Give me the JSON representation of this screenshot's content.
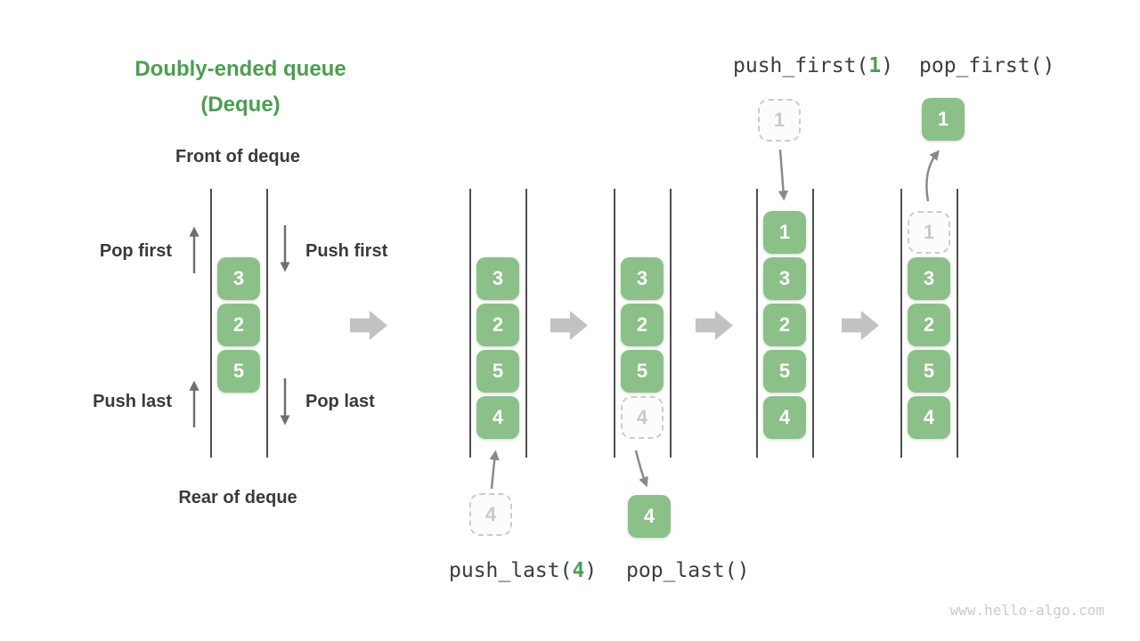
{
  "title": {
    "line1": "Doubly-ended queue",
    "line2": "(Deque)"
  },
  "side_labels": {
    "front": "Front of deque",
    "rear": "Rear of deque",
    "pop_first": "Pop first",
    "push_first": "Push first",
    "push_last": "Push last",
    "pop_last": "Pop last"
  },
  "code_labels": {
    "push_first": {
      "prefix": "push_first(",
      "arg": "1",
      "suffix": ")"
    },
    "pop_first": {
      "prefix": "pop_first()",
      "arg": "",
      "suffix": ""
    },
    "push_last": {
      "prefix": "push_last(",
      "arg": "4",
      "suffix": ")"
    },
    "pop_last": {
      "prefix": "pop_last()",
      "arg": "",
      "suffix": ""
    }
  },
  "queues": [
    {
      "name": "deque-initial",
      "items": [
        {
          "value": "3",
          "row": 1
        },
        {
          "value": "2",
          "row": 2
        },
        {
          "value": "5",
          "row": 3
        }
      ]
    },
    {
      "name": "deque-after-push-last",
      "items": [
        {
          "value": "3",
          "row": 1
        },
        {
          "value": "2",
          "row": 2
        },
        {
          "value": "5",
          "row": 3
        },
        {
          "value": "4",
          "row": 4
        }
      ]
    },
    {
      "name": "deque-during-pop-last",
      "items": [
        {
          "value": "3",
          "row": 1
        },
        {
          "value": "2",
          "row": 2
        },
        {
          "value": "5",
          "row": 3
        },
        {
          "value": "4",
          "row": 4,
          "ghost": true
        }
      ]
    },
    {
      "name": "deque-after-push-first",
      "items": [
        {
          "value": "1",
          "row": 0
        },
        {
          "value": "3",
          "row": 1
        },
        {
          "value": "2",
          "row": 2
        },
        {
          "value": "5",
          "row": 3
        },
        {
          "value": "4",
          "row": 4
        }
      ]
    },
    {
      "name": "deque-during-pop-first",
      "items": [
        {
          "value": "1",
          "row": 0,
          "ghost": true
        },
        {
          "value": "3",
          "row": 1
        },
        {
          "value": "2",
          "row": 2
        },
        {
          "value": "5",
          "row": 3
        },
        {
          "value": "4",
          "row": 4
        }
      ]
    }
  ],
  "floating_boxes": [
    {
      "value": "4",
      "ghost": true,
      "label": "push-last-incoming-value"
    },
    {
      "value": "4",
      "ghost": false,
      "label": "pop-last-removed-value"
    },
    {
      "value": "1",
      "ghost": true,
      "label": "push-first-incoming-value"
    },
    {
      "value": "1",
      "ghost": false,
      "label": "pop-first-removed-value"
    }
  ],
  "watermark": "www.hello-algo.com",
  "colors": {
    "accent_green": "#4C9E52",
    "box_green": "#8BC088",
    "dark_text": "#3A3A3A",
    "big_arrow_gray": "#C2C2C2",
    "ghost_gray": "#C9C9C9"
  }
}
